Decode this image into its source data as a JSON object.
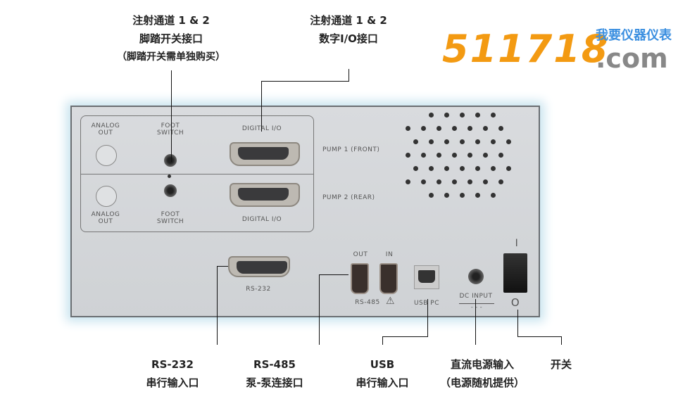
{
  "callouts": {
    "foot_switch": [
      "注射通道 1 & 2",
      "脚踏开关接口",
      "（脚踏开关需单独购买）"
    ],
    "digital_io": [
      "注射通道 1 & 2",
      "数字I/O接口"
    ],
    "rs232": [
      "RS-232",
      "串行输入口"
    ],
    "rs485": [
      "RS-485",
      "泵-泵连接口"
    ],
    "usb": [
      "USB",
      "串行输入口"
    ],
    "dc": [
      "直流电源输入",
      "（电源随机提供）"
    ],
    "switch": [
      "开关"
    ]
  },
  "panel": {
    "analog_out": "ANALOG OUT",
    "foot_switch": "FOOT SWITCH",
    "digital_io": "DIGITAL I/O",
    "pump1": "PUMP 1 (FRONT)",
    "pump2": "PUMP 2 (REAR)",
    "rs232": "RS-232",
    "out": "OUT",
    "in": "IN",
    "rs485": "RS-485",
    "usb_pc": "USB PC",
    "dc_input": "DC INPUT",
    "on_mark": "I",
    "off_mark": "O"
  },
  "watermark": {
    "number": "511718",
    "dot_com": ".com",
    "cn": "我要仪器仪表"
  },
  "colors": {
    "watermark_orange": "#f39a12",
    "watermark_blue": "#3b8fe0",
    "panel": "#d4d6d9"
  }
}
